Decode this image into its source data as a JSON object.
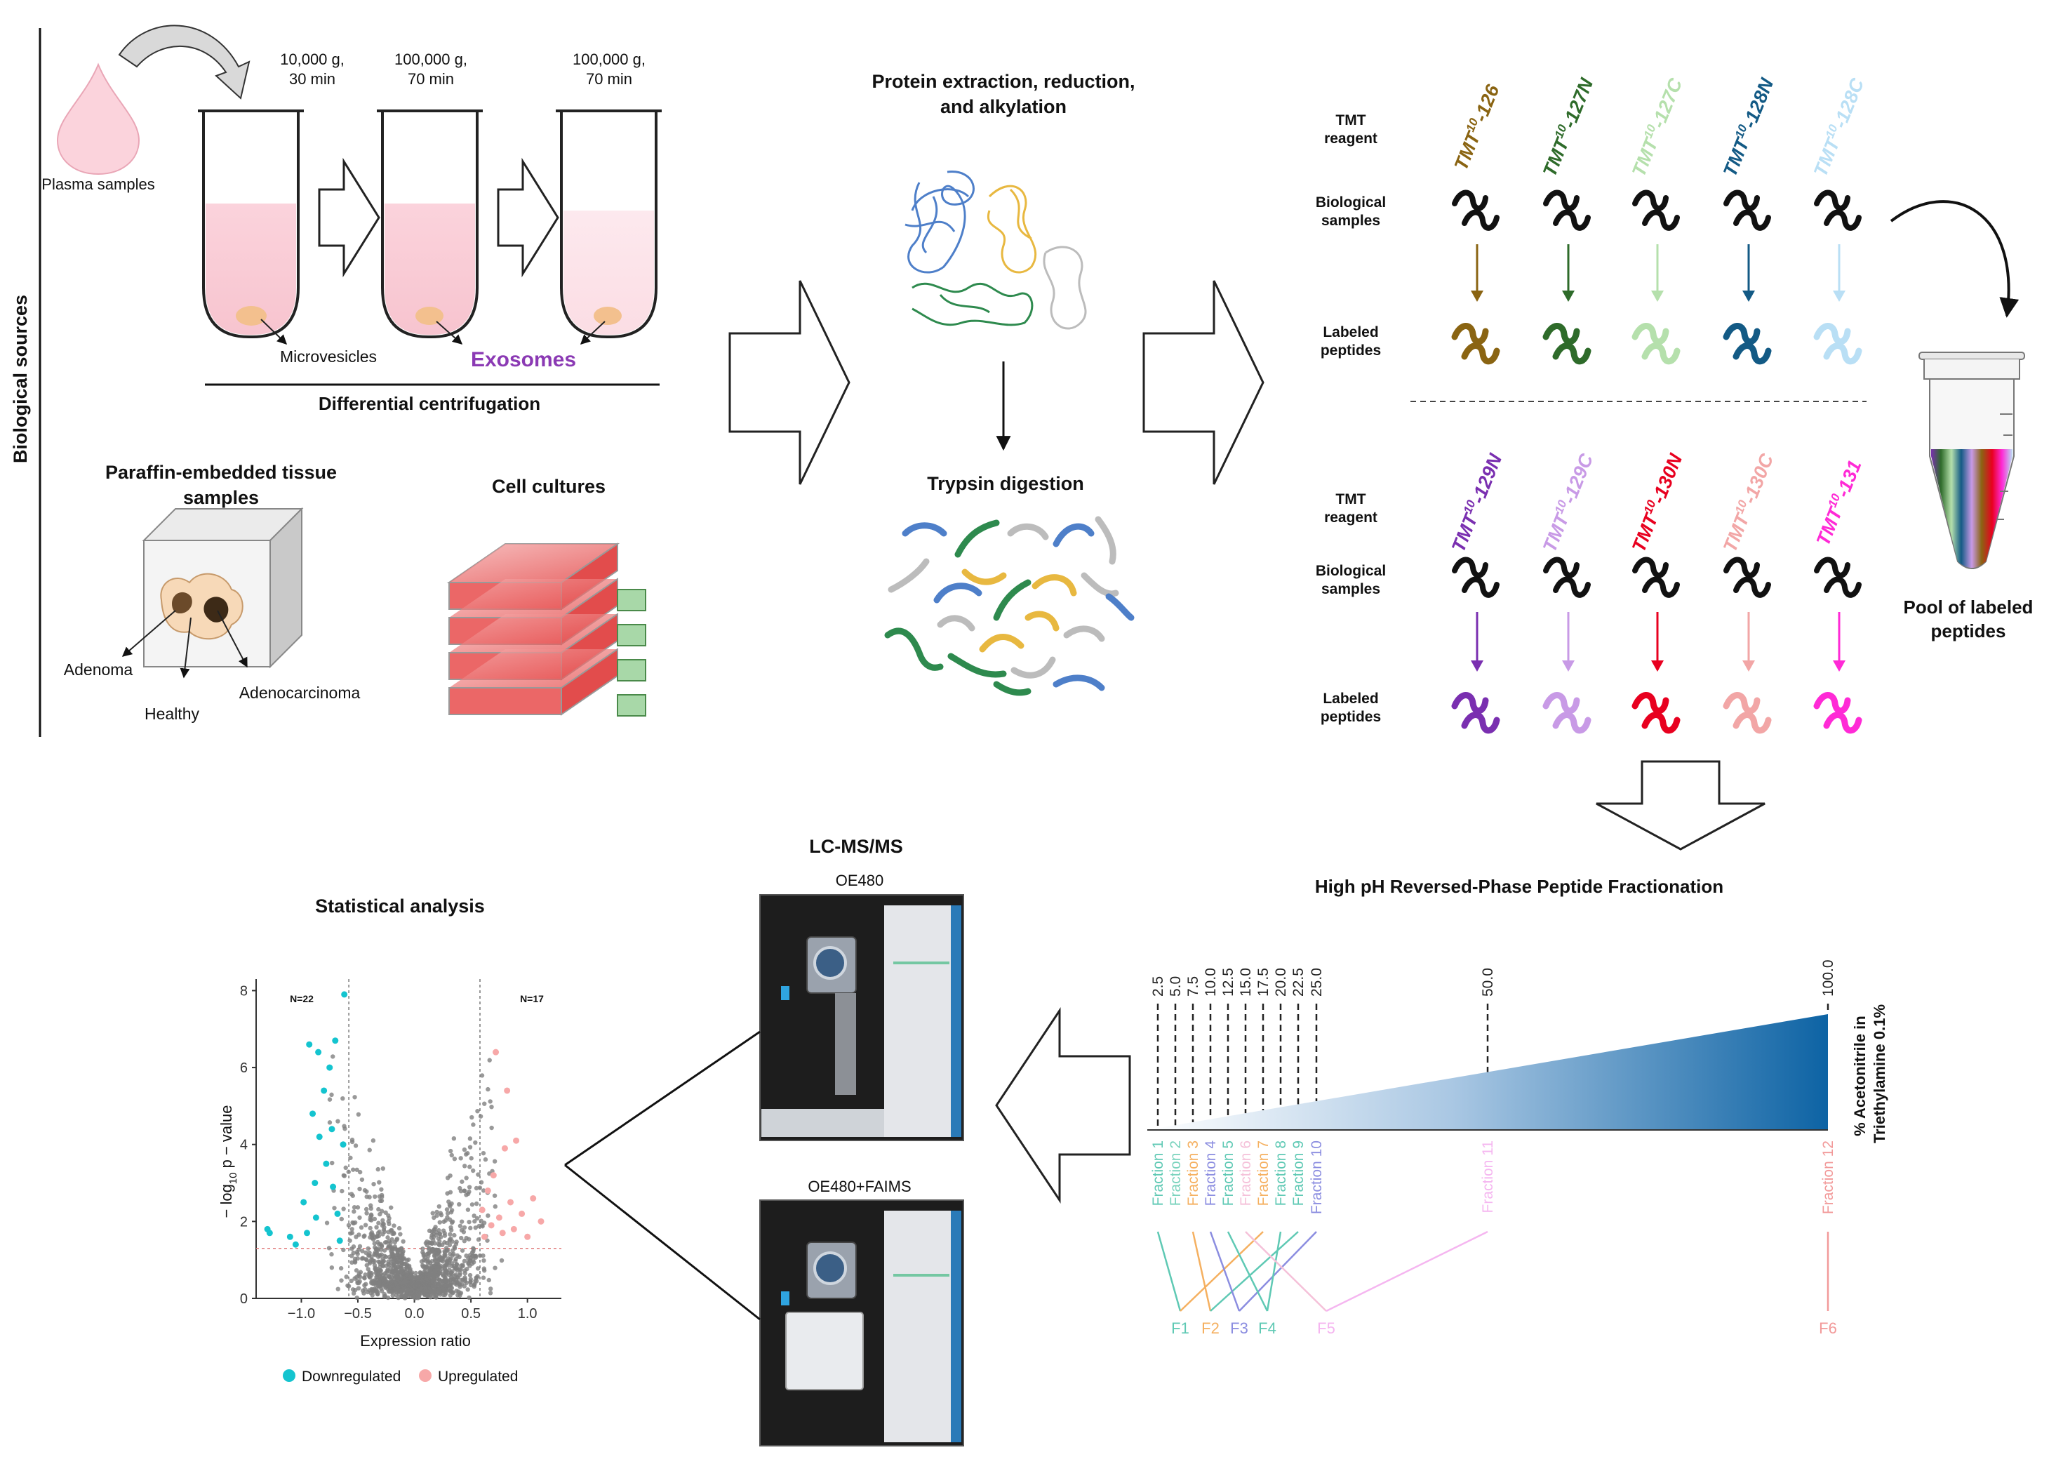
{
  "sources": {
    "section_label": "Biological sources",
    "plasma_label": "Plasma samples",
    "tubes": [
      {
        "speed": "10,000 g,",
        "time": "30 min"
      },
      {
        "speed": "100,000 g,",
        "time": "70 min"
      },
      {
        "speed": "100,000 g,",
        "time": "70 min"
      }
    ],
    "microvesicles": "Microvesicles",
    "exosomes": "Exosomes",
    "centrifugation": "Differential centrifugation",
    "paraffin_title": "Paraffin-embedded tissue samples",
    "tissue_labels": {
      "adenoma": "Adenoma",
      "healthy": "Healthy",
      "adenocarcinoma": "Adenocarcinoma"
    },
    "cell_cultures": "Cell cultures"
  },
  "protein": {
    "extraction": "Protein extraction, reduction, and alkylation",
    "trypsin": "Trypsin digestion"
  },
  "tmt": {
    "row_labels": {
      "reagent": "TMT reagent",
      "biological": "Biological samples",
      "labeled": "Labeled peptides"
    },
    "reagent_prefix": "TMT",
    "reagent_sup": "10",
    "top_row": [
      {
        "suffix": "-126",
        "color": "#8a6412"
      },
      {
        "suffix": "-127N",
        "color": "#2e6b2a"
      },
      {
        "suffix": "-127C",
        "color": "#b5e0ac"
      },
      {
        "suffix": "-128N",
        "color": "#135a85"
      },
      {
        "suffix": "-128C",
        "color": "#b9dff5"
      }
    ],
    "bottom_row": [
      {
        "suffix": "-129N",
        "color": "#7a2fb0"
      },
      {
        "suffix": "-129C",
        "color": "#c89ae6"
      },
      {
        "suffix": "-130N",
        "color": "#e8001f"
      },
      {
        "suffix": "-130C",
        "color": "#f2a6a6"
      },
      {
        "suffix": "-131",
        "color": "#ff2ad6"
      }
    ],
    "pool_label": "Pool of labeled peptides"
  },
  "fractionation": {
    "title": "High pH Reversed-Phase Peptide Fractionation",
    "percent_ticks": [
      "2.5",
      "5.0",
      "7.5",
      "10.0",
      "12.5",
      "15.0",
      "17.5",
      "20.0",
      "22.5",
      "25.0",
      "50.0",
      "100.0"
    ],
    "y_label_line1": "% Acetonitrile in",
    "y_label_line2": "Triethylamine 0.1%",
    "fractions": [
      {
        "label": "Fraction 1",
        "color": "#5fc9b4"
      },
      {
        "label": "Fraction 2",
        "color": "#7ad3bd"
      },
      {
        "label": "Fraction 3",
        "color": "#f5b060"
      },
      {
        "label": "Fraction 4",
        "color": "#8b8de0"
      },
      {
        "label": "Fraction 5",
        "color": "#5fc9b4"
      },
      {
        "label": "Fraction 6",
        "color": "#f5c1d9"
      },
      {
        "label": "Fraction 7",
        "color": "#f5b060"
      },
      {
        "label": "Fraction 8",
        "color": "#5fc9b4"
      },
      {
        "label": "Fraction 9",
        "color": "#5fc9b4"
      },
      {
        "label": "Fraction 10",
        "color": "#8b8de0"
      },
      {
        "label": "Fraction 11",
        "color": "#f5b6f0"
      },
      {
        "label": "Fraction 12",
        "color": "#f29a9a"
      }
    ],
    "pools": [
      {
        "label": "F1",
        "color": "#5fc9b4"
      },
      {
        "label": "F2",
        "color": "#f5b060"
      },
      {
        "label": "F3",
        "color": "#8b8de0"
      },
      {
        "label": "F4",
        "color": "#5fc9b4"
      },
      {
        "label": "F5",
        "color": "#f5b6f0"
      },
      {
        "label": "F6",
        "color": "#f29a9a"
      }
    ]
  },
  "lcms": {
    "title": "LC-MS/MS",
    "instrument1": "OE480",
    "instrument2": "OE480+FAIMS"
  },
  "stats": {
    "title": "Statistical analysis",
    "n_down": "N=22",
    "n_up": "N=17",
    "xlabel": "Expression ratio",
    "ylabel_parts": [
      "− log",
      "10",
      " p − value"
    ],
    "legend": [
      {
        "label": "Downregulated",
        "color": "#14c4cf"
      },
      {
        "label": "Upregulated",
        "color": "#f7a8a8"
      }
    ]
  },
  "chart_data": {
    "type": "scatter",
    "title": "Statistical analysis",
    "xlabel": "Expression ratio",
    "ylabel": "− log10 p − value",
    "xlim": [
      -1.4,
      1.3
    ],
    "ylim": [
      0,
      8.3
    ],
    "x_ticks": [
      -1.0,
      -0.5,
      0.0,
      0.5,
      1.0
    ],
    "y_ticks": [
      0,
      2,
      4,
      6,
      8
    ],
    "x_tick_labels": [
      "−1.0",
      "−0.5",
      "0.0",
      "0.5",
      "1.0"
    ],
    "y_tick_labels": [
      "0",
      "2",
      "4",
      "6",
      "8"
    ],
    "fold_change_cutoffs": [
      -0.58,
      0.58
    ],
    "pvalue_cutoff": 1.3,
    "series": [
      {
        "name": "Downregulated",
        "color": "#14c4cf",
        "x": [
          -1.3,
          -1.28,
          -1.1,
          -1.05,
          -0.98,
          -0.95,
          -0.93,
          -0.9,
          -0.88,
          -0.87,
          -0.85,
          -0.84,
          -0.8,
          -0.78,
          -0.75,
          -0.73,
          -0.72,
          -0.7,
          -0.68,
          -0.66,
          -0.63,
          -0.62
        ],
        "y": [
          1.8,
          1.7,
          1.6,
          1.4,
          2.5,
          1.7,
          6.6,
          4.8,
          3.0,
          2.1,
          6.4,
          4.2,
          5.4,
          3.5,
          6.0,
          4.4,
          2.9,
          6.7,
          2.2,
          1.5,
          4.0,
          7.9
        ]
      },
      {
        "name": "Upregulated",
        "color": "#f7a8a8",
        "x": [
          0.6,
          0.62,
          0.65,
          0.68,
          0.7,
          0.72,
          0.75,
          0.78,
          0.8,
          0.82,
          0.85,
          0.88,
          0.9,
          0.95,
          1.0,
          1.05,
          1.12
        ],
        "y": [
          2.3,
          1.6,
          2.8,
          1.9,
          3.2,
          6.4,
          2.1,
          1.7,
          3.9,
          5.4,
          2.5,
          1.8,
          4.1,
          2.2,
          1.6,
          2.6,
          2.0
        ]
      }
    ]
  }
}
